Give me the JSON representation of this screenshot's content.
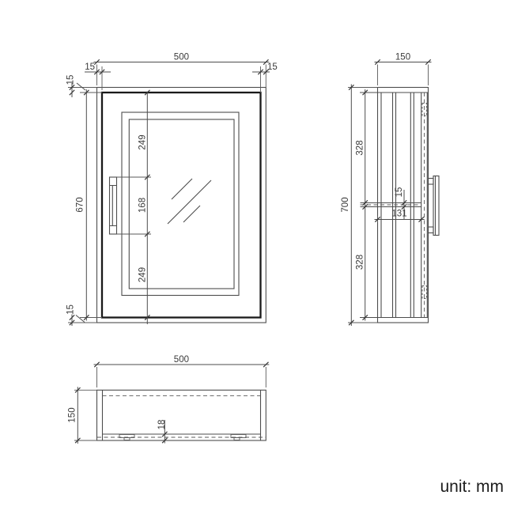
{
  "unit_label": "unit: mm",
  "front_view": {
    "width": "500",
    "left_inset": "15",
    "right_inset": "15",
    "top_frame_thickness": "15",
    "door_height": "670",
    "bottom_frame_thickness": "15",
    "door_top_to_handle": "249",
    "handle_length": "168",
    "handle_to_door_bottom": "249"
  },
  "side_view": {
    "depth": "150",
    "height": "700",
    "upper_section": "328",
    "shelf_thickness": "15",
    "inner_depth": "131",
    "lower_section": "328"
  },
  "bottom_view": {
    "width": "500",
    "depth": "150",
    "door_thickness": "18"
  },
  "colors": {
    "background": "#ffffff",
    "line": "#4d4d4d",
    "thick_line": "#1a1a1a",
    "text": "#3a3a3a"
  }
}
